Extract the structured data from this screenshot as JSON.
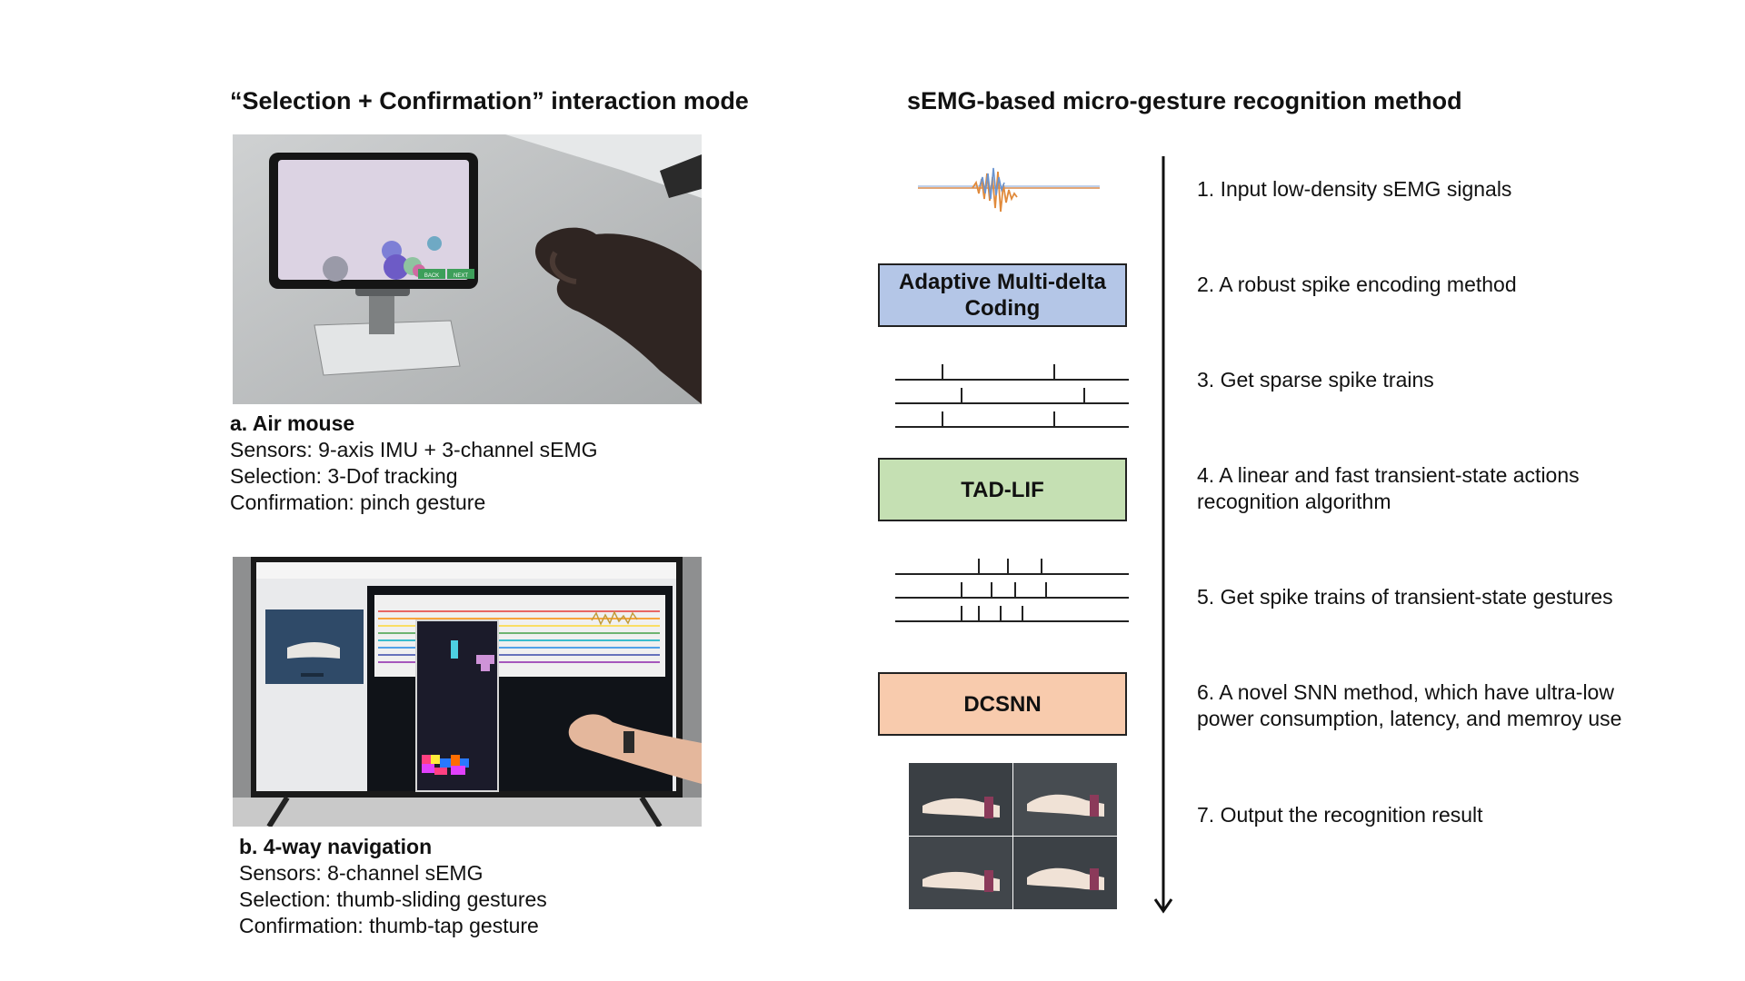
{
  "left": {
    "title": "“Selection + Confirmation”  interaction mode",
    "panel_a": {
      "heading": "a. Air mouse",
      "lines": [
        "Sensors: 9-axis IMU + 3-channel sEMG",
        "Selection: 3-Dof tracking",
        "Confirmation: pinch gesture"
      ],
      "tablet_buttons": [
        "BACK",
        "NEXT"
      ]
    },
    "panel_b": {
      "heading": "b. 4-way navigation",
      "lines": [
        "Sensors: 8-channel sEMG",
        "Selection: thumb-sliding gestures",
        "Confirmation: thumb-tap gesture"
      ]
    }
  },
  "right": {
    "title": "sEMG-based micro-gesture recognition method",
    "boxes": {
      "amdc": "Adaptive Multi-delta Coding",
      "tadlif": "TAD-LIF",
      "dcsnn": "DCSNN"
    },
    "box_colors": {
      "amdc": "#b4c6e7",
      "tadlif": "#c5e0b3",
      "dcsnn": "#f8cbad"
    },
    "steps": [
      "1. Input low-density sEMG signals",
      "2. A robust spike encoding method",
      "3. Get sparse spike trains",
      "4. A linear and fast transient-state actions recognition algorithm",
      "5. Get spike trains of transient-state gestures",
      "6. A novel SNN method, which have ultra-low power consumption, latency, and memroy use",
      "7. Output the recognition result"
    ]
  }
}
